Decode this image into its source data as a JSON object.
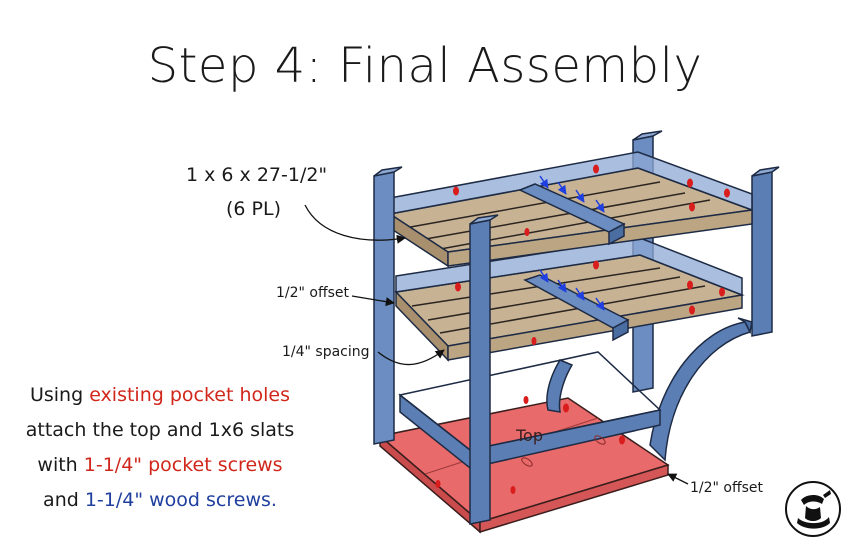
{
  "title": "Step 4: Final Assembly",
  "labels": {
    "slat_dimension": "1 x 6 x 27-1/2\"",
    "slat_quantity": "(6 PL)",
    "offset_upper": "1/2\" offset",
    "spacing": "1/4\" spacing",
    "offset_lower": "1/2\" offset",
    "top": "Top"
  },
  "instructions": {
    "line1_prefix": "Using ",
    "line1_highlight": "existing pocket holes",
    "line2": "attach the top and 1x6 slats",
    "line3_prefix": "with ",
    "line3_highlight": "1-1/4\" pocket screws",
    "line4_prefix": "and ",
    "line4_highlight": "1-1/4\" wood screws."
  },
  "colors": {
    "frame_blue": "#5b7fb5",
    "frame_blue_light": "#8ea9d4",
    "slat_wood": "#c7b394",
    "top_red": "#e86a6a",
    "pocket_hole_red": "#d91c1c",
    "screw_arrow_blue": "#1f3fe0",
    "pocket_screw_text": "#d1271b",
    "wood_screw_text": "#1f3f9e"
  }
}
